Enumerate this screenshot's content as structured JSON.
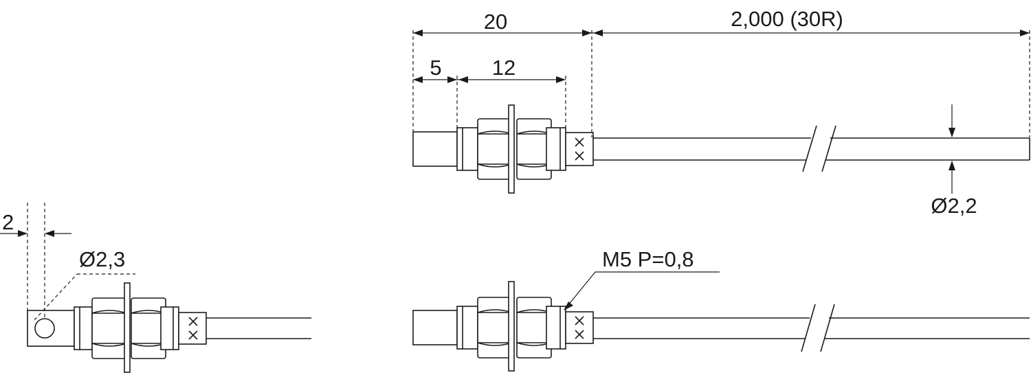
{
  "dimensions": {
    "overall_length": "20",
    "cable_length": "2,000 (30R)",
    "tip_length": "5",
    "thread_length": "12",
    "cable_diameter": "Ø2,2",
    "side_offset": "2",
    "hole_diameter": "Ø2,3",
    "thread_spec": "M5 P=0,8"
  },
  "colors": {
    "line": "#1a1a1a",
    "background": "#ffffff"
  }
}
